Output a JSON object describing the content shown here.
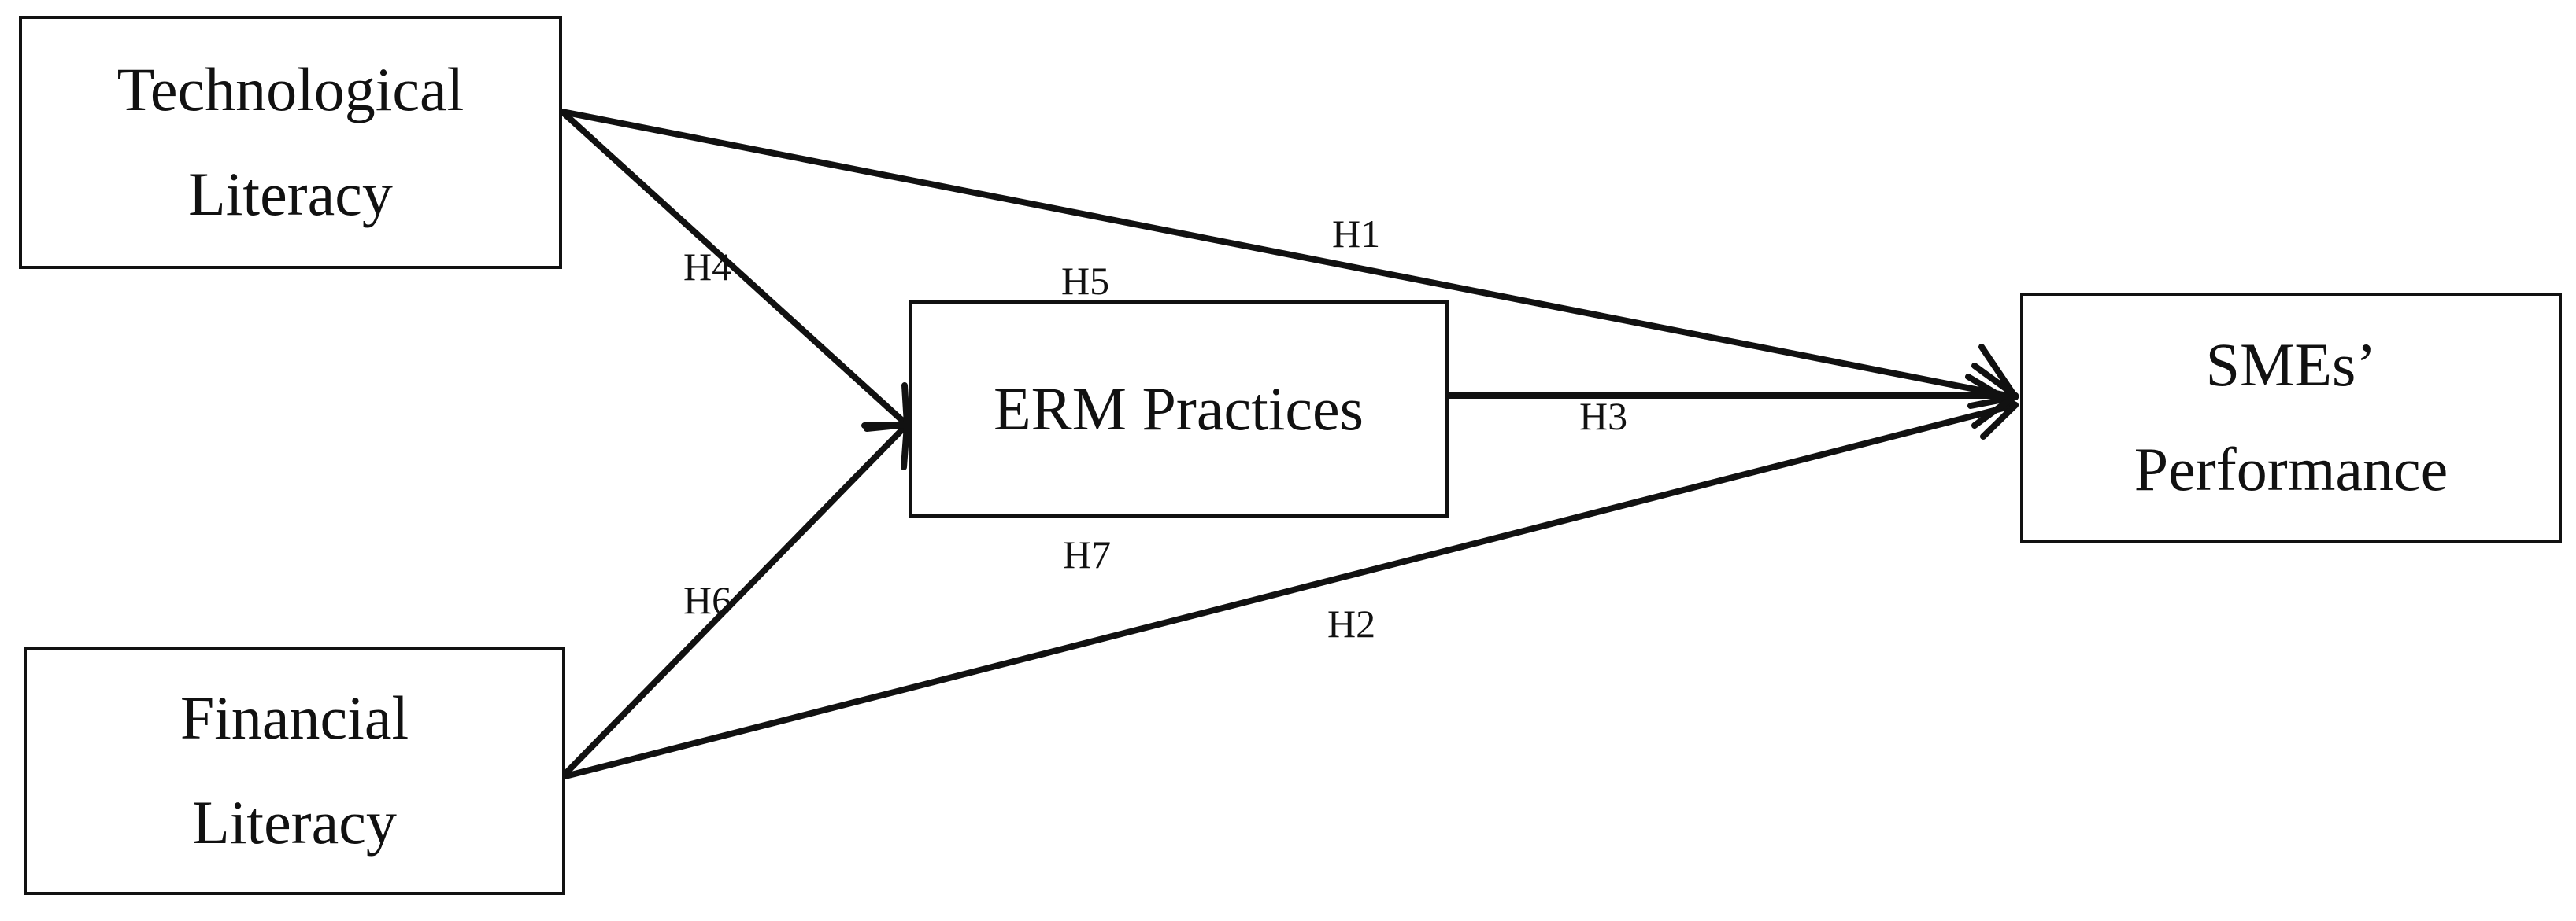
{
  "diagram": {
    "nodes": {
      "technological_literacy": {
        "line1": "Technological",
        "line2": "Literacy"
      },
      "financial_literacy": {
        "line1": "Financial",
        "line2": "Literacy"
      },
      "erm_practices": {
        "label": "ERM Practices"
      },
      "smes_performance": {
        "line1": "SMEs’",
        "line2": "Performance"
      }
    },
    "hypotheses": {
      "h1": "H1",
      "h2": "H2",
      "h3": "H3",
      "h4": "H4",
      "h5": "H5",
      "h6": "H6",
      "h7": "H7"
    },
    "edges": [
      {
        "from": "Technological Literacy",
        "to": "SMEs’ Performance",
        "label": "H1"
      },
      {
        "from": "Financial Literacy",
        "to": "SMEs’ Performance",
        "label": "H2"
      },
      {
        "from": "ERM Practices",
        "to": "SMEs’ Performance",
        "label": "H3"
      },
      {
        "from": "Technological Literacy",
        "to": "ERM Practices",
        "label": "H4"
      },
      {
        "from": "Financial Literacy",
        "to": "ERM Practices",
        "label": "H6"
      }
    ],
    "colors": {
      "stroke": "#111111",
      "background": "#ffffff"
    }
  }
}
